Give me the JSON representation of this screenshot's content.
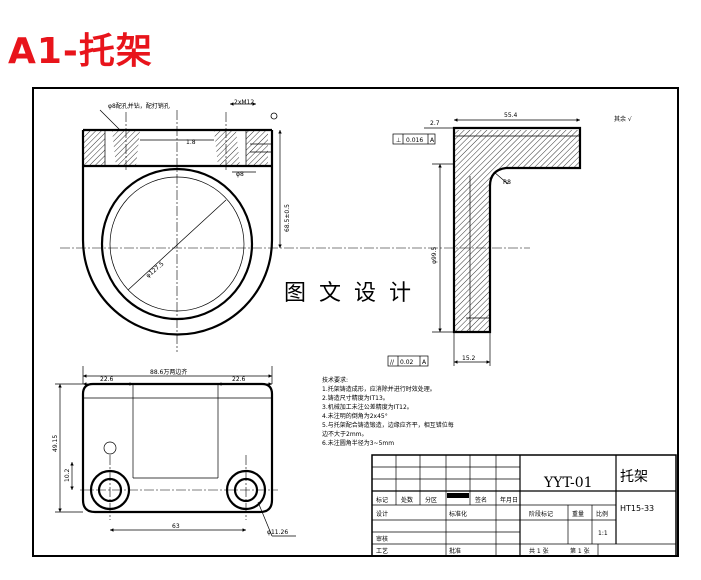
{
  "header": {
    "title": "A1-托架"
  },
  "watermark": "图 文 设 计",
  "roughness": "其余 √",
  "notes": {
    "heading": "技术要求:",
    "items": [
      "1.托架铸造成形，应消除并进行时效处理。",
      "2.铸造尺寸精度为IT13。",
      "3.机械加工未注公差精度为IT12。",
      "4.未注明的倒角为2x45°",
      "5.与托架配合铸造锻造，边缘应齐平，相互错位每",
      "边不大于2mm。",
      "6.未注圆角半径为3~5mm"
    ]
  },
  "dims": {
    "drill_note": "φ8配孔并钻，配打销孔",
    "top_spec": "2xM12",
    "r_left": "1.8",
    "phi8": "φ8",
    "v68": "68.5±0.5",
    "bore": "φ127.5",
    "w354": "55.4",
    "d27": "2.7",
    "gtol1_sym": "⊥",
    "gtol1_val": "0.016",
    "gtol1_ref": "A",
    "r8": "R8",
    "phi99": "φ99.5",
    "d152": "15.2",
    "gtol2_sym": "//",
    "gtol2_val": "0.02",
    "gtol2_ref": "A",
    "w886": "88.6万两边齐",
    "w225a": "22.6",
    "w225b": "22.6",
    "h49": "49.15",
    "h102": "10.2",
    "w63": "63",
    "phi1126": "φ11.26"
  },
  "titleblock": {
    "part_no": "YYT-01",
    "part_name": "托架",
    "material": "HT15-33",
    "col_mark": "标记",
    "col_count": "处数",
    "col_zone": "分区",
    "col_sign": "签名",
    "col_date": "年月日",
    "row_design": "设计",
    "row_std": "标准化",
    "row_stage": "阶段标记",
    "row_weight": "重量",
    "row_scale": "比例",
    "scale_val": "1:1",
    "row_review": "审核",
    "row_process": "工艺",
    "row_approve": "批准",
    "sheets_total": "共 1 张",
    "sheet_no": "第 1 张"
  }
}
